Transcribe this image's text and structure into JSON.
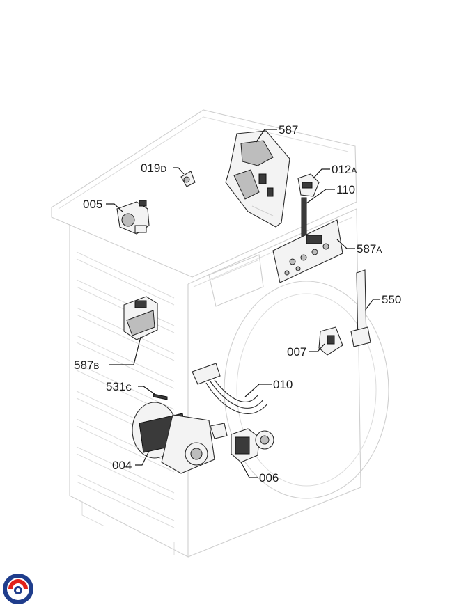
{
  "diagram": {
    "callouts": [
      {
        "id": "587",
        "text": "587",
        "suffix": ""
      },
      {
        "id": "019D",
        "text": "019",
        "suffix": "D"
      },
      {
        "id": "012A",
        "text": "012",
        "suffix": "A"
      },
      {
        "id": "110",
        "text": "110",
        "suffix": ""
      },
      {
        "id": "005",
        "text": "005",
        "suffix": ""
      },
      {
        "id": "587A",
        "text": "587",
        "suffix": "A"
      },
      {
        "id": "550",
        "text": "550",
        "suffix": ""
      },
      {
        "id": "007",
        "text": "007",
        "suffix": ""
      },
      {
        "id": "587B",
        "text": "587",
        "suffix": "B"
      },
      {
        "id": "531C",
        "text": "531",
        "suffix": "C"
      },
      {
        "id": "010",
        "text": "010",
        "suffix": ""
      },
      {
        "id": "004",
        "text": "004",
        "suffix": ""
      },
      {
        "id": "006",
        "text": "006",
        "suffix": ""
      }
    ],
    "logo_icon": "brand-swirl-logo",
    "colors": {
      "logo_red": "#e2231a",
      "logo_blue": "#1f3d8c",
      "outline": "#cfcfcf",
      "line": "#1a1a1a"
    }
  }
}
